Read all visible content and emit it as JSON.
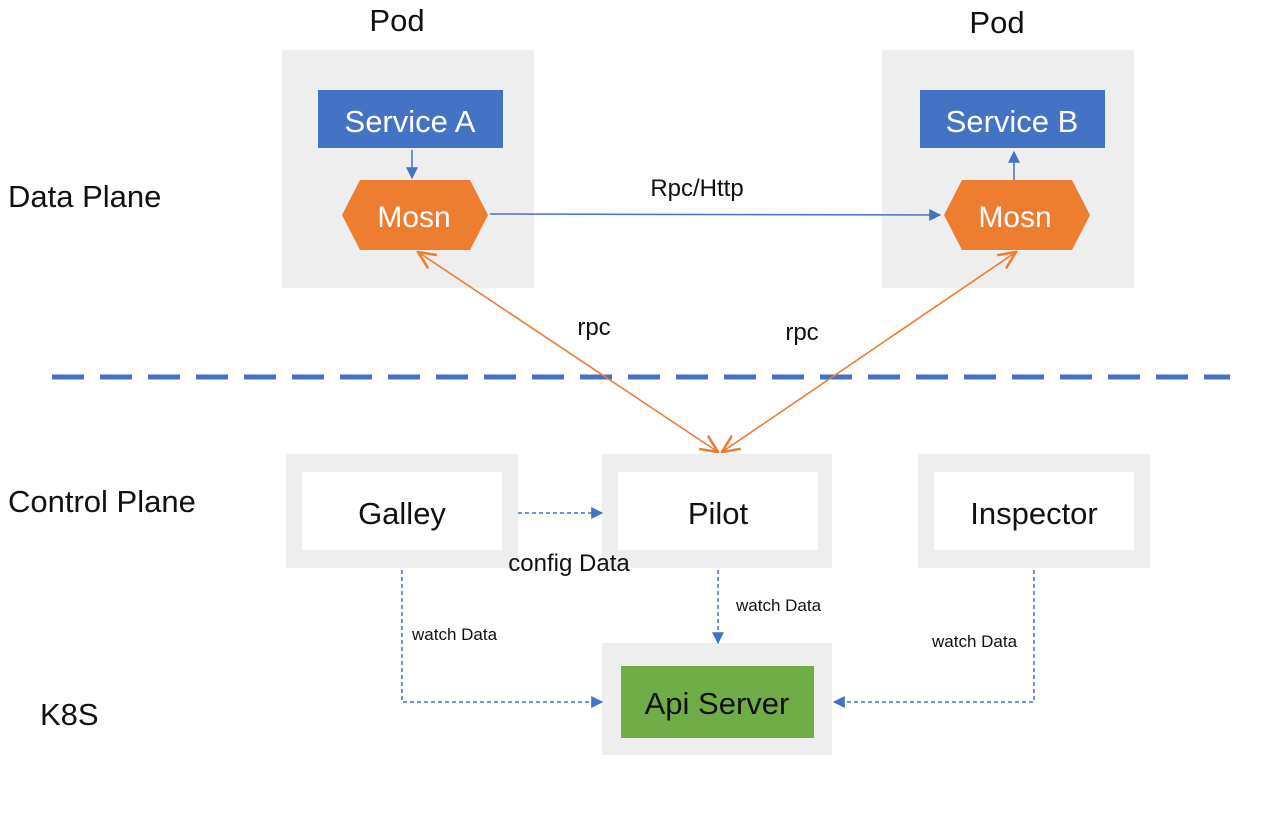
{
  "planes": {
    "data_plane": "Data Plane",
    "control_plane": "Control Plane",
    "k8s": "K8S"
  },
  "pods": {
    "left_title": "Pod",
    "right_title": "Pod",
    "service_a": "Service A",
    "service_b": "Service B",
    "mosn_left": "Mosn",
    "mosn_right": "Mosn"
  },
  "edges": {
    "rpc_http": "Rpc/Http",
    "rpc_left": "rpc",
    "rpc_right": "rpc",
    "config_data": "config Data",
    "watch_galley": "watch Data",
    "watch_pilot": "watch Data",
    "watch_inspector": "watch Data"
  },
  "control": {
    "galley": "Galley",
    "pilot": "Pilot",
    "inspector": "Inspector"
  },
  "k8s_nodes": {
    "api_server": "Api Server"
  },
  "colors": {
    "service_blue": "#4472c4",
    "mosn_orange": "#ed7d31",
    "api_green": "#70ad47",
    "panel_gray": "#eeeeee",
    "divider_blue": "#4472c4"
  }
}
